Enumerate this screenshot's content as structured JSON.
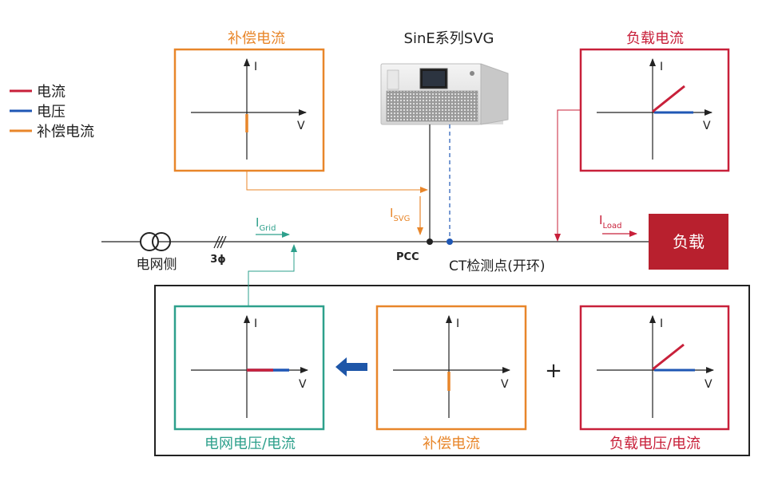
{
  "legend": {
    "items": [
      {
        "label": "电流",
        "color": "#c8203a"
      },
      {
        "label": "电压",
        "color": "#1f57b5"
      },
      {
        "label": "补偿电流",
        "color": "#e8862a"
      }
    ]
  },
  "colors": {
    "current": "#c8203a",
    "voltage": "#1f57b5",
    "compensation": "#e8862a",
    "grid": "#2ea08c",
    "load_box": "#b8202e",
    "arrow_blue": "#1e56a8"
  },
  "device": {
    "label": "SinE系列SVG"
  },
  "panels": {
    "compensation_top": {
      "title": "补偿电流",
      "axis_i": "I",
      "axis_v": "V"
    },
    "load_top": {
      "title": "负载电流",
      "axis_i": "I",
      "axis_v": "V"
    },
    "grid_bottom": {
      "title": "电网电压/电流",
      "axis_i": "I",
      "axis_v": "V"
    },
    "compensation_bottom": {
      "title": "补偿电流",
      "axis_i": "I",
      "axis_v": "V"
    },
    "load_bottom": {
      "title": "负载电压/电流",
      "axis_i": "I",
      "axis_v": "V"
    }
  },
  "line": {
    "grid_side_label": "电网侧",
    "phase_label": "3ϕ",
    "pcc_label": "PCC",
    "ct_label": "CT检测点(开环)",
    "i_grid": {
      "main": "I",
      "sub": "Grid"
    },
    "i_svg": {
      "main": "I",
      "sub": "SVG"
    },
    "i_load": {
      "main": "I",
      "sub": "Load"
    }
  },
  "load_box": {
    "label": "负载"
  },
  "operator_plus": "+",
  "icons": {
    "transformer": "transformer-icon",
    "flow_arrow": "left-arrow-icon"
  }
}
